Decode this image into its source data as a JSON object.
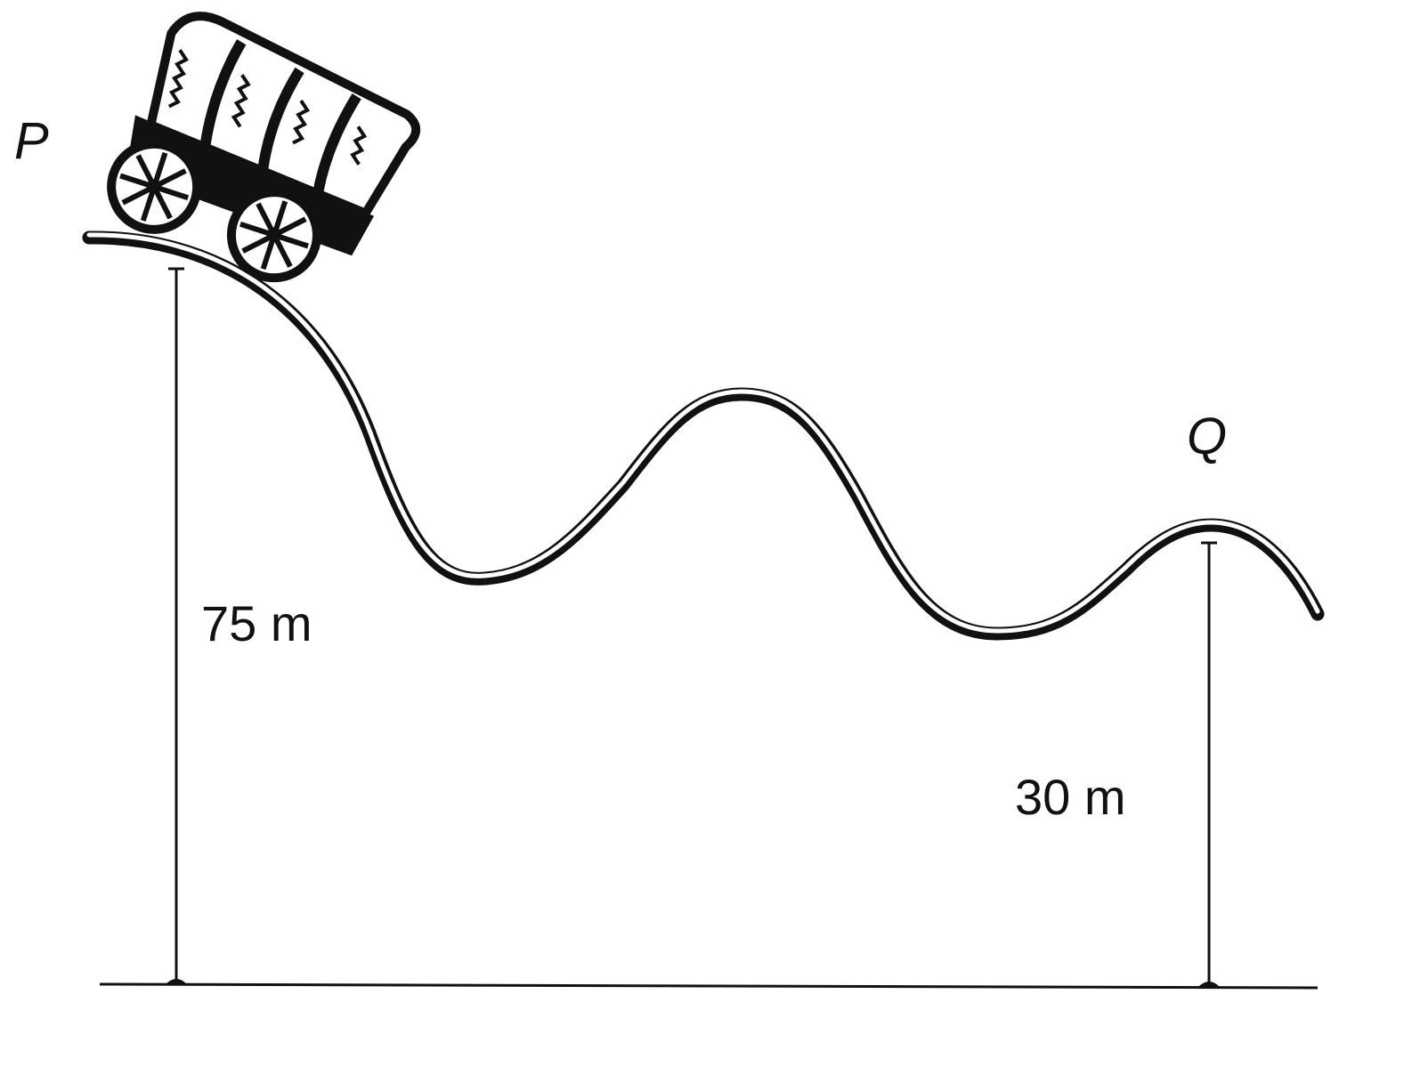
{
  "labels": {
    "start_point": "P",
    "end_point": "Q",
    "start_height": "75 m",
    "end_height": "30 m"
  },
  "icons": {
    "cart": "covered-wagon-icon"
  },
  "colors": {
    "ink": "#111111",
    "paper": "#ffffff"
  }
}
